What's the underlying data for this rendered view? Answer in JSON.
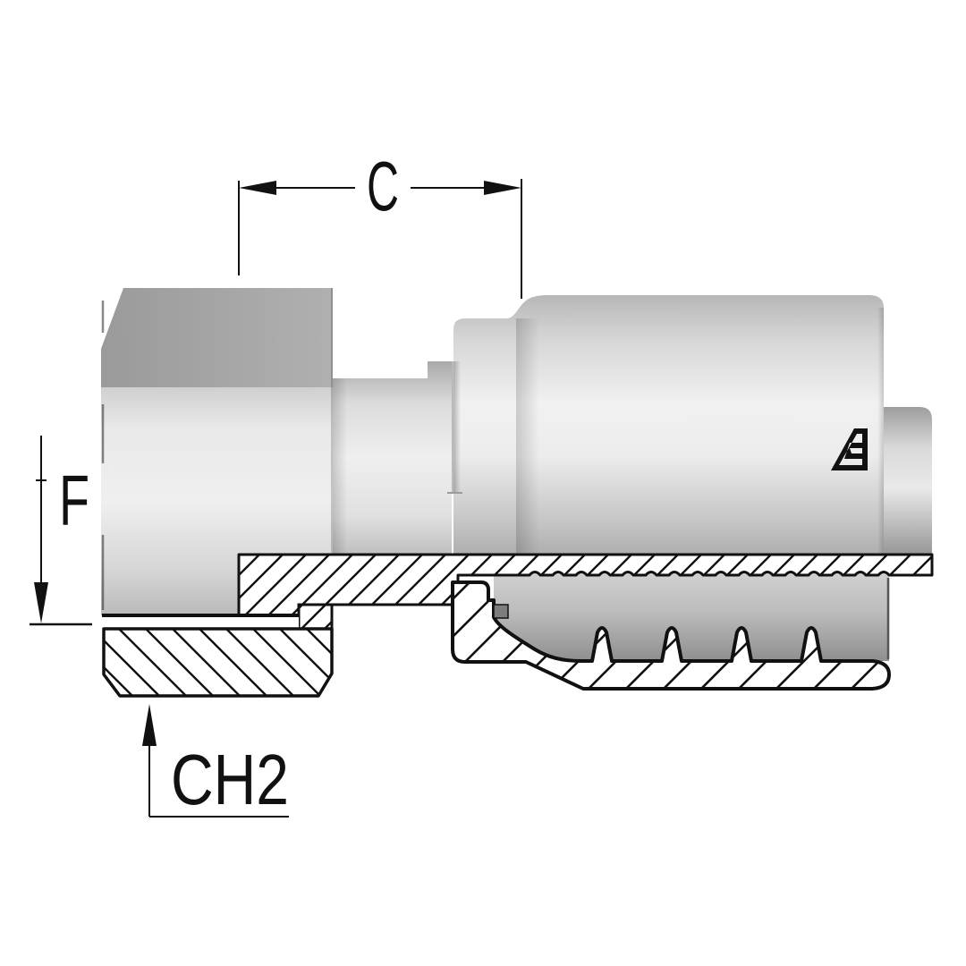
{
  "drawing": {
    "kind": "technical-section-view",
    "dimensions": {
      "c": {
        "label": "C"
      },
      "f": {
        "label": "F"
      },
      "ch2": {
        "label": "CH2"
      }
    },
    "logo": {
      "glyph": "G",
      "name": "manufacturer-g-mark"
    },
    "colors": {
      "background": "#ffffff",
      "line": "#111111",
      "metal_bright": "#f1f1f1",
      "metal_mid": "#d9d9d9",
      "metal_dark": "#9c9c9c",
      "hex_top_flat": "#a6a6a6",
      "cavity_dark": "#8f8f8f",
      "hatch": "#111111"
    }
  }
}
